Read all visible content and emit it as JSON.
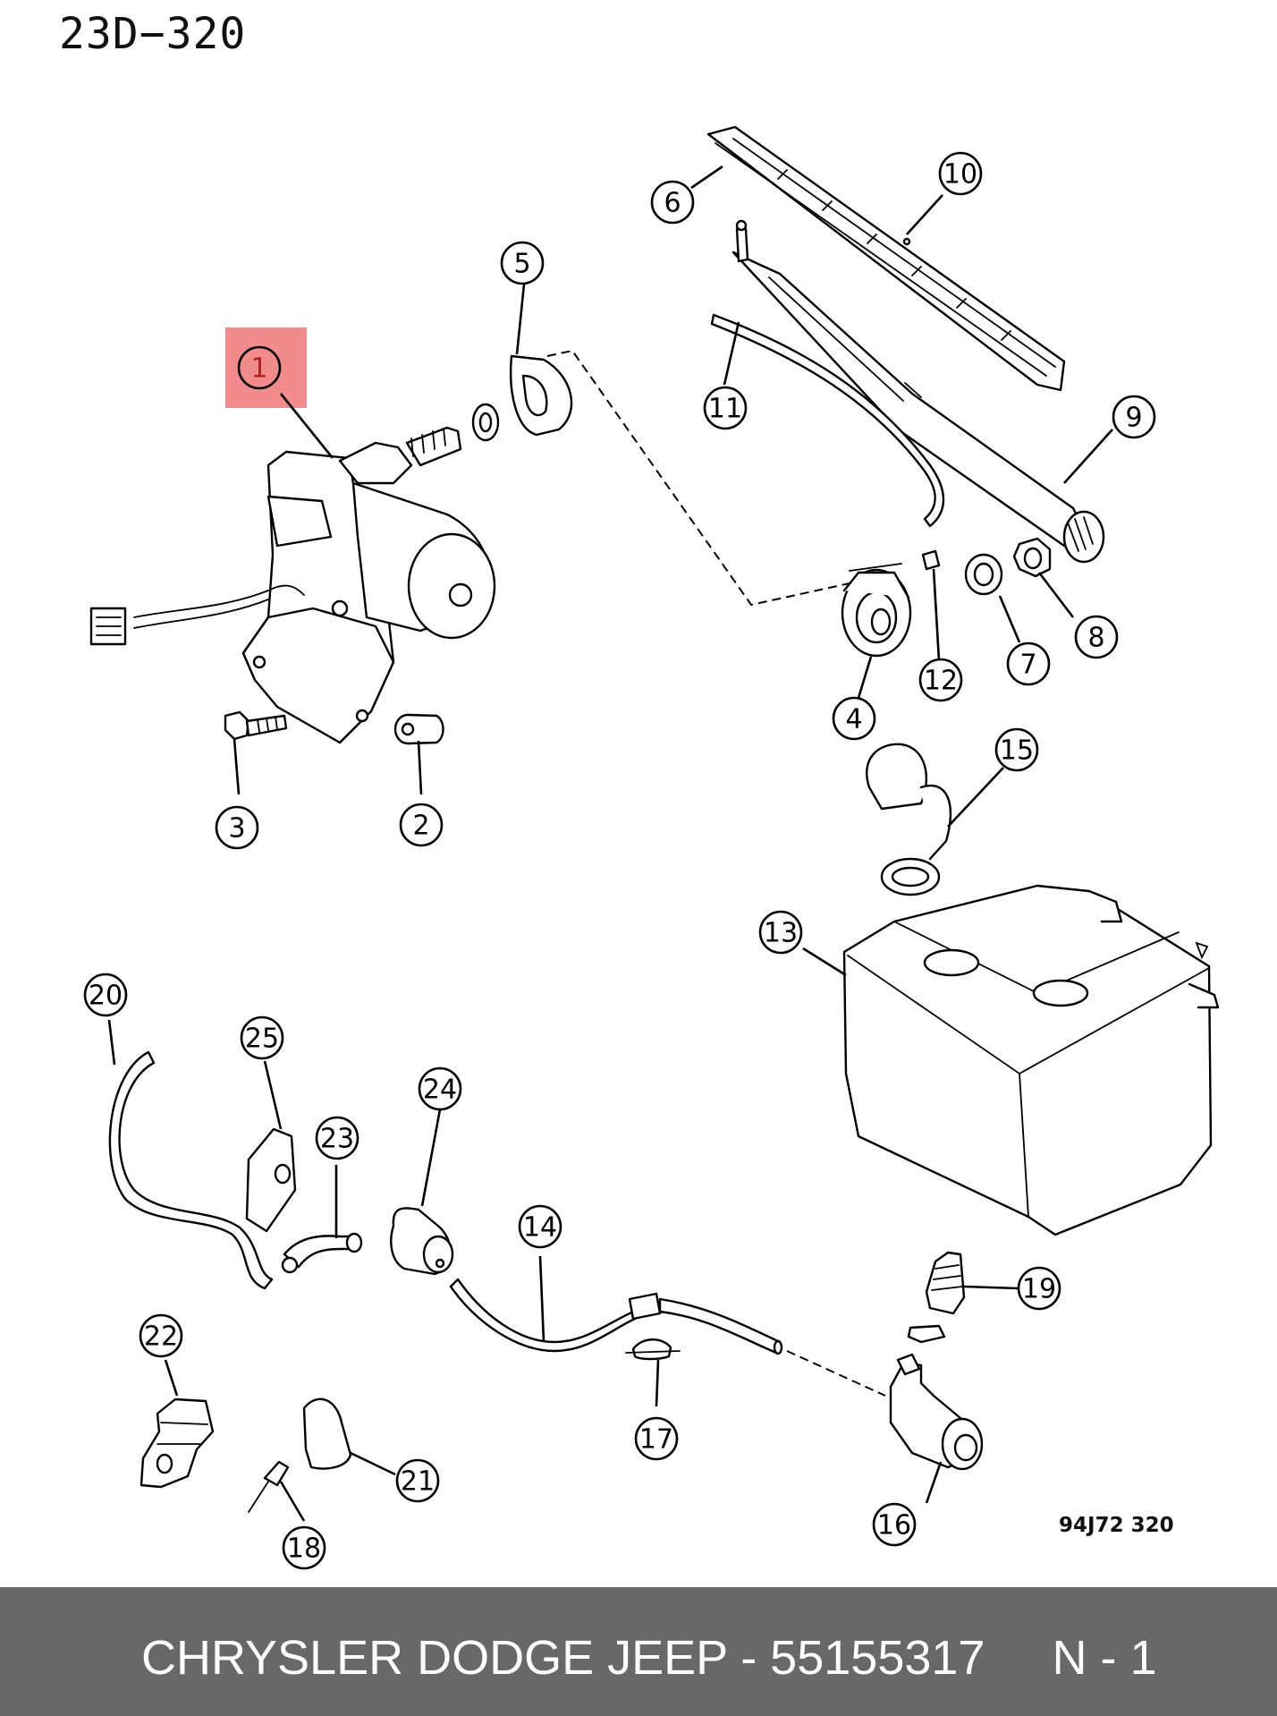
{
  "page_code": "23D−320",
  "figure_id": "94J72 320",
  "highlight_color": "#f28b8b",
  "footer": {
    "text": "CHRYSLER DODGE JEEP - 55155317     N - 1",
    "background": "#686868"
  },
  "callouts": [
    {
      "number": "1",
      "part": "wiper-motor",
      "highlighted": true
    },
    {
      "number": "2",
      "part": "grommet"
    },
    {
      "number": "3",
      "part": "bolt"
    },
    {
      "number": "4",
      "part": "pivot-bezel"
    },
    {
      "number": "5",
      "part": "seal"
    },
    {
      "number": "6",
      "part": "wiper-blade"
    },
    {
      "number": "7",
      "part": "washer"
    },
    {
      "number": "8",
      "part": "nut"
    },
    {
      "number": "9",
      "part": "wiper-arm"
    },
    {
      "number": "10",
      "part": "blade-insert"
    },
    {
      "number": "11",
      "part": "washer-hose"
    },
    {
      "number": "12",
      "part": "nozzle"
    },
    {
      "number": "13",
      "part": "washer-reservoir"
    },
    {
      "number": "14",
      "part": "hose-assembly"
    },
    {
      "number": "15",
      "part": "cap"
    },
    {
      "number": "16",
      "part": "washer-pump"
    },
    {
      "number": "17",
      "part": "check-valve"
    },
    {
      "number": "18",
      "part": "rivet"
    },
    {
      "number": "19",
      "part": "filter"
    },
    {
      "number": "20",
      "part": "hose"
    },
    {
      "number": "21",
      "part": "clip"
    },
    {
      "number": "22",
      "part": "bracket"
    },
    {
      "number": "23",
      "part": "elbow-connector"
    },
    {
      "number": "24",
      "part": "grommet"
    },
    {
      "number": "25",
      "part": "plate"
    }
  ]
}
